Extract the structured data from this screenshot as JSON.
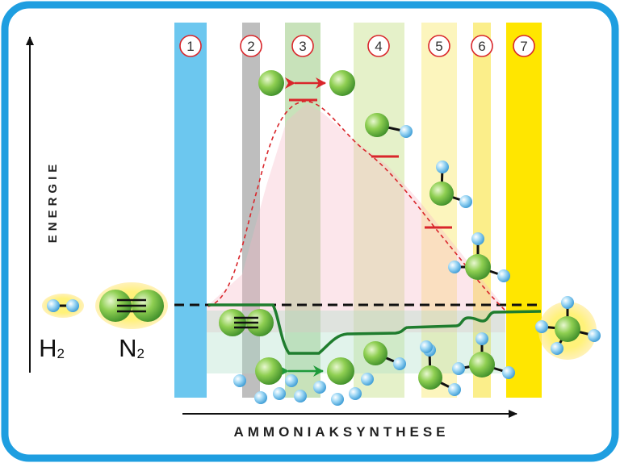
{
  "axes": {
    "y_label": "ENERGIE",
    "x_label": "AMMONIAKSYNTHESE"
  },
  "stages": [
    "1",
    "2",
    "3",
    "4",
    "5",
    "6",
    "7"
  ],
  "reactants": {
    "h2": {
      "symbol": "H",
      "subscript": "2"
    },
    "n2": {
      "symbol": "N",
      "subscript": "2"
    }
  },
  "colors": {
    "frame": "#1e9ee0",
    "uncatalyzed": "#d9262b",
    "catalyzed": "#1f7d2e",
    "nitrogen_atom": "#7cc242",
    "hydrogen_atom": "#5fb8e8",
    "stage_1": "#6cc7ef",
    "stage_2": "#9f9f9f",
    "stage_3": "#b6d8a8",
    "stage_4": "#dcebb6",
    "stage_5": "#fbf3b0",
    "stage_6": "#fbee8a",
    "stage_7": "#ffe600"
  },
  "icons": [
    "arrow-up-icon",
    "arrow-right-icon",
    "double-arrow-red-icon",
    "double-arrow-green-icon",
    "molecule-icons"
  ]
}
